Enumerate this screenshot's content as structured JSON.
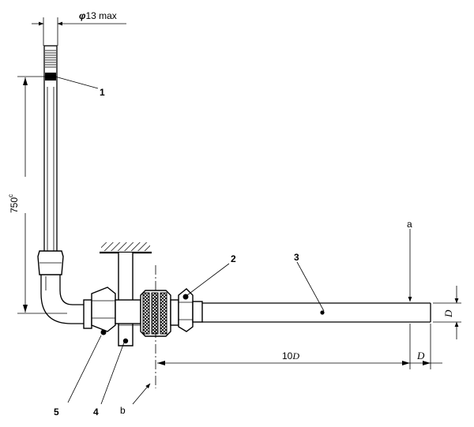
{
  "dimensions": {
    "top_prefix": "φ",
    "top_value": "13 max",
    "vertical_value": "750",
    "vertical_suffix": "c",
    "horizontal_number": "10",
    "horizontal_symbol": "D",
    "bottom_right": "D",
    "right_side": "D"
  },
  "callouts": {
    "n1": "1",
    "n2": "2",
    "n3": "3",
    "n4": "4",
    "n5": "5",
    "a": "a",
    "b": "b"
  }
}
